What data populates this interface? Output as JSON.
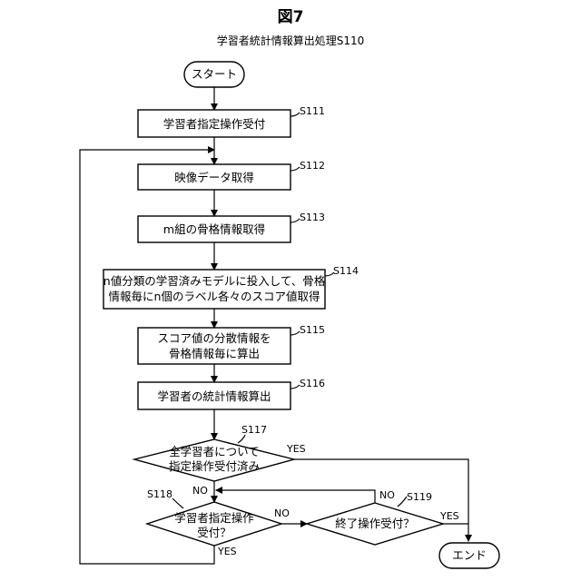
{
  "figure_label": "図7",
  "subtitle": "学習者統計情報算出処理S110",
  "start": "スタート",
  "end": "エンド",
  "steps": [
    {
      "id": "S111",
      "lines": [
        "学習者指定操作受付"
      ]
    },
    {
      "id": "S112",
      "lines": [
        "映像データ取得"
      ]
    },
    {
      "id": "S113",
      "lines": [
        "m組の骨格情報取得"
      ]
    },
    {
      "id": "S114",
      "lines": [
        "n値分類の学習済みモデルに投入して、骨格",
        "情報毎にn個のラベル各々のスコア値取得"
      ]
    },
    {
      "id": "S115",
      "lines": [
        "スコア値の分散情報を",
        "骨格情報毎に算出"
      ]
    },
    {
      "id": "S116",
      "lines": [
        "学習者の統計情報算出"
      ]
    }
  ],
  "decisions": [
    {
      "id": "S117",
      "lines": [
        "全学習者について",
        "指定操作受付済み"
      ],
      "yes": "YES",
      "no": "NO"
    },
    {
      "id": "S118",
      "lines": [
        "学習者指定操作",
        "受付？"
      ],
      "yes": "YES",
      "no": "NO"
    },
    {
      "id": "S119",
      "lines": [
        "終了操作受付？"
      ],
      "yes": "YES",
      "no": "NO"
    }
  ]
}
